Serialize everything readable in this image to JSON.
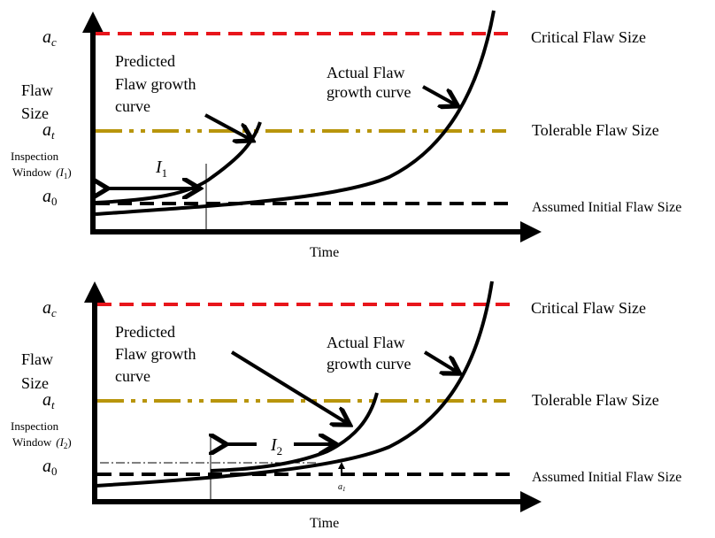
{
  "panels": [
    {
      "critical": "Critical Flaw Size",
      "tolerable": "Tolerable Flaw Size",
      "initial": "Assumed Initial Flaw Size",
      "ac": "a",
      "ac_sub": "c",
      "at": "a",
      "at_sub": "t",
      "a0": "a",
      "a0_sub": "0",
      "flaw_size_1": "Flaw",
      "flaw_size_2": "Size",
      "inspection_1": "Inspection",
      "inspection_2": "Window",
      "window_sym": "(I",
      "window_sub": "1",
      "window_close": ")",
      "interval": "I",
      "interval_sub": "1",
      "predicted": [
        "Predicted",
        "Flaw growth",
        "curve"
      ],
      "actual": [
        "Actual Flaw",
        "growth curve"
      ],
      "time": "Time"
    },
    {
      "critical": "Critical Flaw Size",
      "tolerable": "Tolerable Flaw Size",
      "initial": "Assumed Initial Flaw Size",
      "ac": "a",
      "ac_sub": "c",
      "at": "a",
      "at_sub": "t",
      "a0": "a",
      "a0_sub": "0",
      "a1": "a",
      "a1_sub": "1",
      "flaw_size_1": "Flaw",
      "flaw_size_2": "Size",
      "inspection_1": "Inspection",
      "inspection_2": "Window",
      "window_sym": "(I",
      "window_sub": "2",
      "window_close": ")",
      "interval": "I",
      "interval_sub": "2",
      "predicted": [
        "Predicted",
        "Flaw growth",
        "curve"
      ],
      "actual": [
        "Actual Flaw",
        "growth curve"
      ],
      "time": "Time"
    }
  ],
  "colors": {
    "critical": "#e8151b",
    "tolerable": "#b8950c",
    "line": "#000000"
  }
}
